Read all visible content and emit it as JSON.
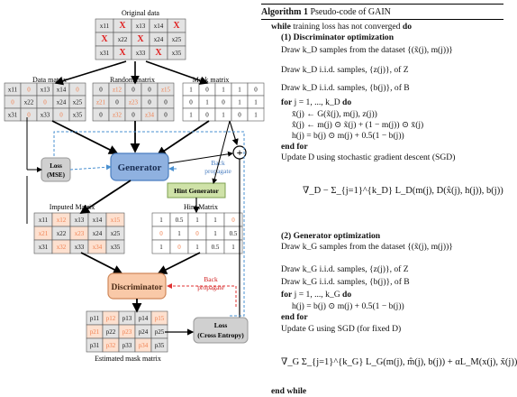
{
  "diagram": {
    "original_label": "Original data",
    "data_label": "Data matrix",
    "random_label": "Random matrix",
    "mask_label": "Mask matrix",
    "loss_mse": [
      "Loss",
      "(MSE)"
    ],
    "generator": "Generator",
    "back_propagate_1": [
      "Back",
      "propagate"
    ],
    "hint_generator": "Hint Generator",
    "hint_label": "Hint Matrix",
    "imputed_label": "Imputed Matrix",
    "discriminator": "Discriminator",
    "back_propagate_2": [
      "Back",
      "propagate"
    ],
    "loss_ce": [
      "Loss",
      "(Cross Entropy)"
    ],
    "estimated_label": "Estimated mask matrix",
    "original_cells": [
      [
        "x11",
        "X",
        "x13",
        "x14",
        "X"
      ],
      [
        "X",
        "x22",
        "X",
        "x24",
        "x25"
      ],
      [
        "x31",
        "X",
        "x33",
        "X",
        "x35"
      ]
    ],
    "data_cells": [
      [
        "x11",
        "0",
        "x13",
        "x14",
        "0"
      ],
      [
        "0",
        "x22",
        "0",
        "x24",
        "x25"
      ],
      [
        "x31",
        "0",
        "x33",
        "0",
        "x35"
      ]
    ],
    "random_cells": [
      [
        "0",
        "z12",
        "0",
        "0",
        "z15"
      ],
      [
        "z21",
        "0",
        "z23",
        "0",
        "0"
      ],
      [
        "0",
        "z32",
        "0",
        "z34",
        "0"
      ]
    ],
    "mask_cells": [
      [
        "1",
        "0",
        "1",
        "1",
        "0"
      ],
      [
        "0",
        "1",
        "0",
        "1",
        "1"
      ],
      [
        "1",
        "0",
        "1",
        "0",
        "1"
      ]
    ],
    "imputed_cells": [
      [
        "x11",
        "x12",
        "x13",
        "x14",
        "x15"
      ],
      [
        "x21",
        "x22",
        "x23",
        "x24",
        "x25"
      ],
      [
        "x31",
        "x32",
        "x33",
        "x34",
        "x35"
      ]
    ],
    "hint_cells": [
      [
        "1",
        "0.5",
        "1",
        "1",
        "0"
      ],
      [
        "0",
        "1",
        "0",
        "1",
        "0.5"
      ],
      [
        "1",
        "0",
        "1",
        "0.5",
        "1"
      ]
    ],
    "estimated_cells": [
      [
        "p11",
        "p12",
        "p13",
        "p14",
        "p15"
      ],
      [
        "p21",
        "p22",
        "p23",
        "p24",
        "p25"
      ],
      [
        "p31",
        "p32",
        "p33",
        "p34",
        "p35"
      ]
    ]
  },
  "algorithm": {
    "title_bold": "Algorithm 1",
    "title_rest": " Pseudo-code of GAIN",
    "while_kw": "while",
    "while_text": " training loss has not converged ",
    "do_kw": "do",
    "step1": "(1) Discriminator optimization",
    "l1": "Draw k_D samples from the dataset {(x̃(j), m(j))}",
    "l2": "Draw k_D i.i.d. samples, {z(j)}, of Z",
    "l3": "Draw k_D i.i.d. samples, {b(j)}, of B",
    "for1_kw": "for",
    "for1_text": " j = 1, ..., k_D ",
    "for1_do": "do",
    "f1": "x̄(j) ← G(x̃(j), m(j), z(j))",
    "f2": "x̂(j) ← m(j) ⊙ x̃(j) + (1 − m(j)) ⊙ x̄(j)",
    "f3": "h(j) = b(j) ⊙ m(j) + 0.5(1 − b(j))",
    "endfor1": "end for",
    "upd1": "Update D using stochastic gradient descent (SGD)",
    "eq1": "∇_D − Σ_{j=1}^{k_D} L_D(m(j), D(x̂(j), h(j)), b(j))",
    "step2": "(2) Generator optimization",
    "g1": "Draw k_G samples from the dataset {(x̃(j), m(j))}",
    "g2": "Draw k_G i.i.d. samples, {z(j)}, of Z",
    "g3": "Draw k_G i.i.d. samples, {b(j)}, of B",
    "for2_text": " j = 1, ..., k_G ",
    "g4": "h(j) = b(j) ⊙ m(j) + 0.5(1 − b(j))",
    "endfor2": "end for",
    "upd2": "Update G using SGD (for fixed D)",
    "eq2": "∇_G Σ_{j=1}^{k_G} L_G(m(j), m̂(j), b(j)) + αL_M(x(j), x̃(j))",
    "endwhile": "end while"
  },
  "colors": {
    "orange": "#f08050",
    "blue": "#4a7ec0",
    "generator_fill": "#8fb1e0",
    "discriminator_fill": "#f9c9a8",
    "hint_fill": "#cfe2a8",
    "loss_fill": "#d0d0d0",
    "cell_fill": "#e3e3e3",
    "red_dash": "#e03030",
    "blue_dash": "#4a90d0"
  }
}
